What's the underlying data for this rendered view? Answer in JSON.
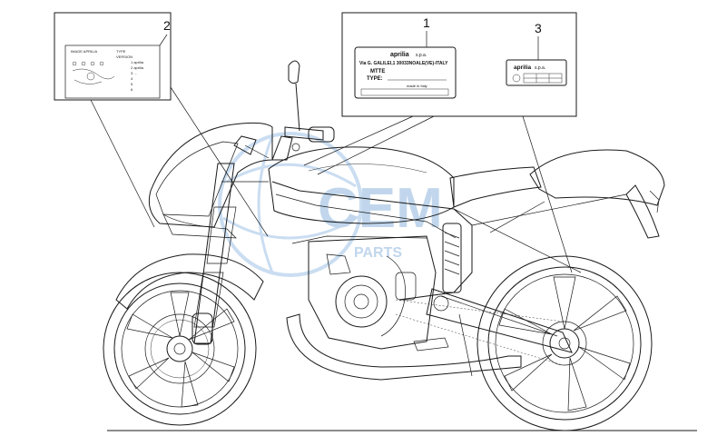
{
  "callouts": [
    {
      "number": "1",
      "part": "identification-plate"
    },
    {
      "number": "2",
      "part": "wiring-diagram-label"
    },
    {
      "number": "3",
      "part": "small-aprilia-label"
    }
  ],
  "plate1": {
    "brand": "aprilia",
    "suffix": "s.p.a.",
    "address": "Via G. GALILEI,1 30033NOALE(VE)-ITALY",
    "line_mtte": "MTTE",
    "line_type": "TYPE:",
    "footer": "made in Italy"
  },
  "plate3": {
    "brand": "aprilia",
    "suffix": "s.p.a."
  },
  "label2": {
    "col_a": "IMAGE APRILIA",
    "col_b": "TYPE",
    "row2": "VERSION",
    "list": [
      "1 aprilia",
      "2 aprilia",
      "3 ...",
      "4",
      "5",
      "6"
    ]
  },
  "watermark": {
    "main": "CEM",
    "sub": "PARTS"
  },
  "colors": {
    "line": "#1a1a1a",
    "watermark": "#8fb6de",
    "background": "#ffffff"
  }
}
